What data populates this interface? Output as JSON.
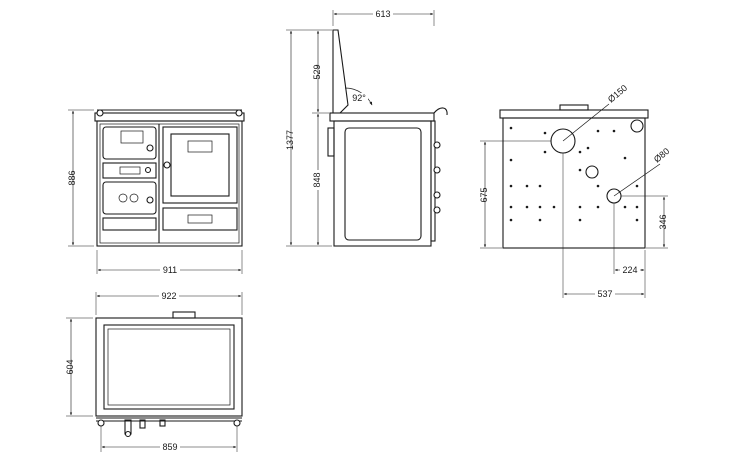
{
  "front_view": {
    "width_label": "911",
    "height_label": "886"
  },
  "side_view": {
    "depth_label": "613",
    "total_height_label": "1377",
    "upper_height_label": "529",
    "lower_height_label": "848",
    "lid_angle_label": "92°"
  },
  "rear_view": {
    "flue_large_label": "Ø150",
    "flue_small_label": "Ø80",
    "flue_height_label": "675",
    "small_height_label": "346",
    "small_offset_label": "224",
    "large_offset_label": "537"
  },
  "top_view": {
    "width_label": "922",
    "depth_label": "604",
    "bottom_width_label": "859"
  }
}
